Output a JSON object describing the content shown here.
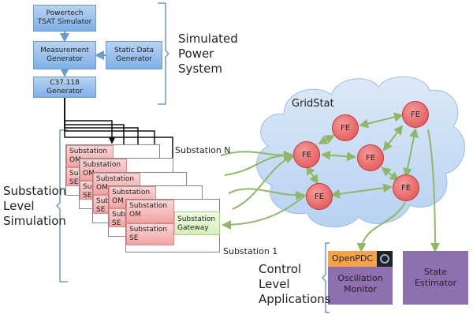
{
  "power_system": {
    "tsat": "Powertech\nTSAT Simulator",
    "measurement": "Measurement\nGenerator",
    "static": "Static Data\nGenerator",
    "c37": "C37.118\nGenerator",
    "label": "Simulated\nPower\nSystem"
  },
  "substations": {
    "om": "Substation\nOM",
    "se": "Substation\nSE",
    "gateway": "Substation\nGateway",
    "label_n": "Substation N",
    "label_1": "Substation 1",
    "group_label": "Substation\nLevel\nSimulation"
  },
  "gridstat": {
    "title": "GridStat",
    "node_label": "FE"
  },
  "control": {
    "openpdc": "OpenPDC",
    "oscillation": "Oscillation\nMonitor",
    "state": "State\nEstimator",
    "label": "Control\nLevel\nApplications"
  }
}
